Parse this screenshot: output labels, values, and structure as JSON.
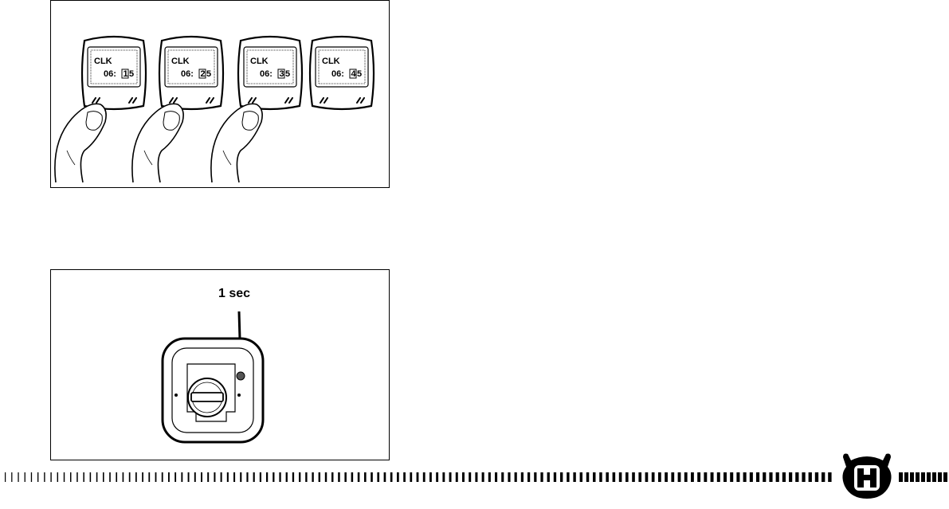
{
  "figure_top": {
    "displays": [
      {
        "mode": "CLK",
        "prefix": "06:",
        "digit": "1",
        "suffix": "5",
        "finger": true
      },
      {
        "mode": "CLK",
        "prefix": "06:",
        "digit": "2",
        "suffix": "5",
        "finger": true
      },
      {
        "mode": "CLK",
        "prefix": "06:",
        "digit": "3",
        "suffix": "5",
        "finger": true
      },
      {
        "mode": "CLK",
        "prefix": "06:",
        "digit": "4",
        "suffix": "5",
        "finger": false
      }
    ]
  },
  "figure_bottom": {
    "callout": "1 sec"
  },
  "footer": {
    "brand_logo": "husqvarna-h-logo"
  }
}
